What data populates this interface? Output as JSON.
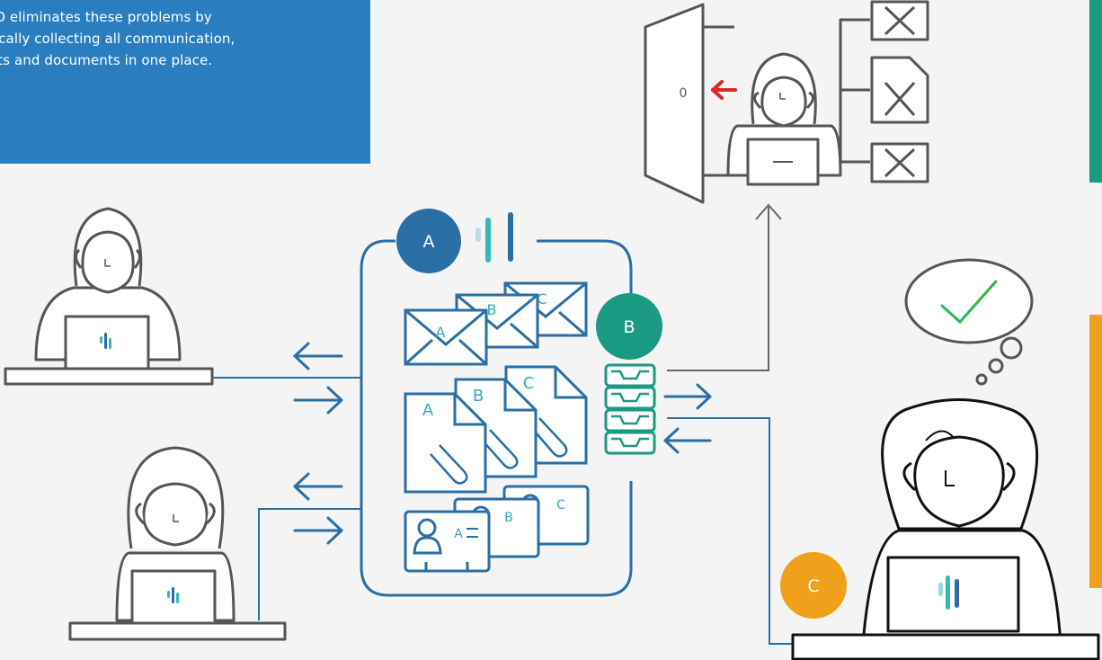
{
  "info_panel": {
    "text": "TADO eliminates these problems by\nmatically collecting all communication,\nntacts and documents in one place."
  },
  "badges": {
    "a": {
      "label": "A",
      "color": "#2a6ea6"
    },
    "b": {
      "label": "B",
      "color": "#1a9a82"
    },
    "c": {
      "label": "C",
      "color": "#f0a01a"
    }
  },
  "items": {
    "envelopes": [
      "A",
      "B",
      "C"
    ],
    "documents": [
      "A",
      "B",
      "C"
    ],
    "contact_cards": [
      "A",
      "B",
      "C"
    ]
  },
  "door_label": "0",
  "colors": {
    "primary_blue": "#2a6ea6",
    "teal": "#1a9a82",
    "orange": "#f0a01a",
    "red_arrow": "#e0262c",
    "check_green": "#2db84a",
    "gray_line": "#666666"
  }
}
